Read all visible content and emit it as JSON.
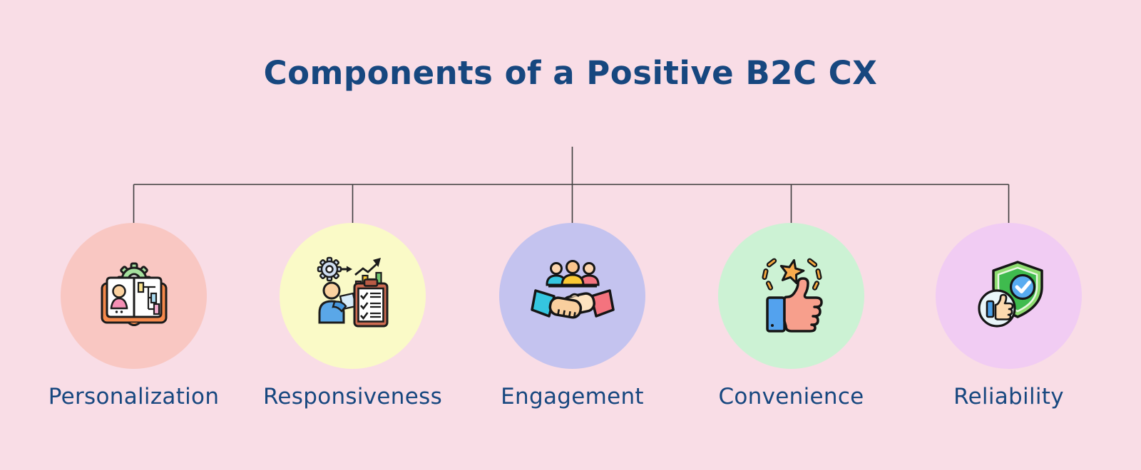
{
  "title": "Components of a Positive B2C CX",
  "items": [
    {
      "label": "Personalization",
      "circle_color": "#f9c7c2",
      "icon": "book-avatar-icon"
    },
    {
      "label": "Responsiveness",
      "circle_color": "#fafac7",
      "icon": "person-checklist-icon"
    },
    {
      "label": "Engagement",
      "circle_color": "#c4c3ef",
      "icon": "handshake-icon"
    },
    {
      "label": "Convenience",
      "circle_color": "#ccf2d4",
      "icon": "thumbs-up-star-icon"
    },
    {
      "label": "Reliability",
      "circle_color": "#f1ccf3",
      "icon": "shield-checkmark-icon"
    }
  ],
  "colors": {
    "background": "#f9dde6",
    "heading_text": "#17477f",
    "label_text": "#17477f",
    "connector_line": "#3f3f3f"
  }
}
